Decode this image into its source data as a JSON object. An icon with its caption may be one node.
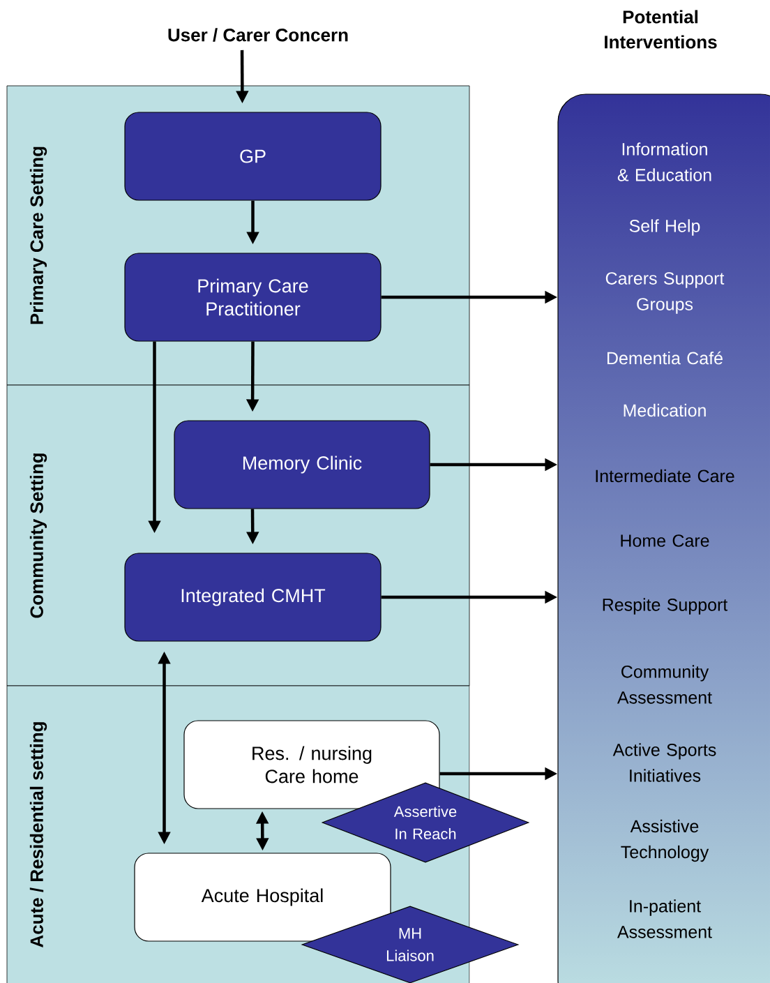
{
  "diagram": {
    "nodes": [
      {
        "text": [
          "User / Carer Concern"
        ]
      },
      {
        "text": [
          "Potential Interventions",
          "Information & Education",
          "Self Help",
          "Carers Support Groups",
          "Dementia Café",
          "Medication",
          "Intermediate Care",
          "Home Care",
          "Respite Support",
          "Community Assessment",
          "Active Sports Initiatives",
          "Assistive Technology",
          "In-patient Assessment"
        ]
      },
      {
        "text": [
          "Primary Care Setting"
        ]
      },
      {
        "text": [
          "Community Setting"
        ]
      },
      {
        "text": [
          "Acute / Residential setting"
        ]
      },
      {
        "text": [
          "GP"
        ],
        "in": 2
      },
      {
        "text": [
          "Primary Care Practitioner"
        ],
        "in": 2
      },
      {
        "text": [
          "Memory Clinic"
        ],
        "in": 3
      },
      {
        "text": [
          "Integrated CMHT"
        ],
        "in": 3
      },
      {
        "text": [
          "Res. / nursing Care home"
        ],
        "in": 4
      },
      {
        "text": [
          "Assertive In Reach"
        ]
      },
      {
        "text": [
          "Acute Hospital"
        ],
        "in": 4
      },
      {
        "text": [
          "MH Liaison"
        ]
      }
    ],
    "edges": [
      {
        "from": 0,
        "to": 5,
        "arrow": "to"
      },
      {
        "from": 5,
        "to": 6,
        "arrow": "to"
      },
      {
        "from": 6,
        "to": 1,
        "arrow": "to"
      },
      {
        "from": 6,
        "to": 7,
        "arrow": "to"
      },
      {
        "from": 6,
        "to": 8,
        "arrow": "to"
      },
      {
        "from": 7,
        "to": 1,
        "arrow": "to"
      },
      {
        "from": 7,
        "to": 8,
        "arrow": "to"
      },
      {
        "from": 8,
        "to": 1,
        "arrow": "to"
      },
      {
        "from": 8,
        "to": 11,
        "arrow": "both"
      },
      {
        "from": 9,
        "to": 1,
        "arrow": "to"
      },
      {
        "from": 9,
        "to": 11,
        "arrow": "both"
      }
    ]
  }
}
